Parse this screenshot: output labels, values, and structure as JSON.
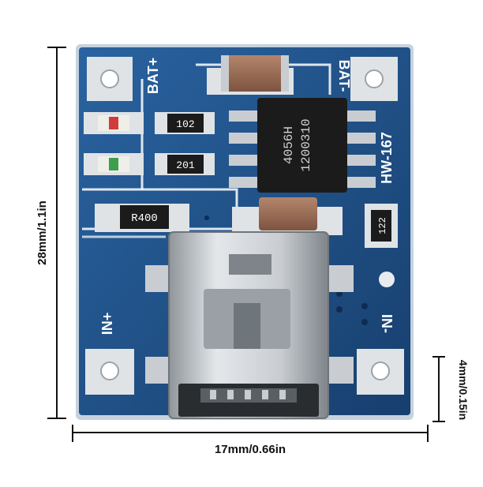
{
  "dimensions": {
    "height_label": "28mm/1.1in",
    "width_label": "17mm/0.66in",
    "connector_label": "4mm/0.15in"
  },
  "board": {
    "model": "HW-167",
    "bat_plus": "BAT+",
    "bat_minus": "BAT-",
    "in_plus": "IN+",
    "in_minus": "IN-",
    "chip_line1": "4056H",
    "chip_line2": "1200310",
    "resistor_top": "102",
    "resistor_mid": "201",
    "resistor_current": "R400",
    "resistor_side": "122"
  },
  "colors": {
    "pcb_blue": "#1e4f86",
    "pcb_dark": "#173f6e",
    "pad_silver": "#d9dde0",
    "capacitor": "#9a6b52",
    "chip_black": "#1b1b1b"
  }
}
